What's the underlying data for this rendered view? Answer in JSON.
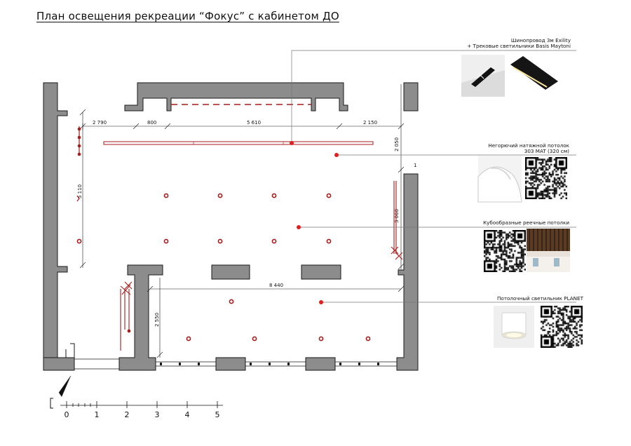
{
  "title": "План освещения рекреации “Фокус” с кабинетом ДО",
  "legend": [
    {
      "key": "track",
      "lines": [
        "Шинопровод 3м Exility",
        "+ Трековые светильники Basis Maytoni"
      ]
    },
    {
      "key": "stretch",
      "lines": [
        "Негорючий натяжной потолок",
        "303 MAT (320 см)"
      ]
    },
    {
      "key": "slats",
      "lines": [
        "Кубообразные реечные потолки"
      ]
    },
    {
      "key": "lamp",
      "lines": [
        "Потолочный светильник PLANET"
      ]
    }
  ],
  "dimensions": {
    "d2790": "2 790",
    "d800": "800",
    "d5610": "5 610",
    "d2150": "2 150",
    "d2050": "2 050",
    "d1": "1",
    "d5110": "5 110",
    "d3060": "3 060",
    "d8440": "8 440",
    "d2550": "2 550"
  },
  "scale": {
    "ticks": [
      "0",
      "1",
      "2",
      "3",
      "4",
      "5"
    ]
  },
  "colors": {
    "wall": "#8c8c8c",
    "line": "#1a1a1a",
    "light": "#a61c1c",
    "marker": "#e02020",
    "leader": "#777777"
  }
}
